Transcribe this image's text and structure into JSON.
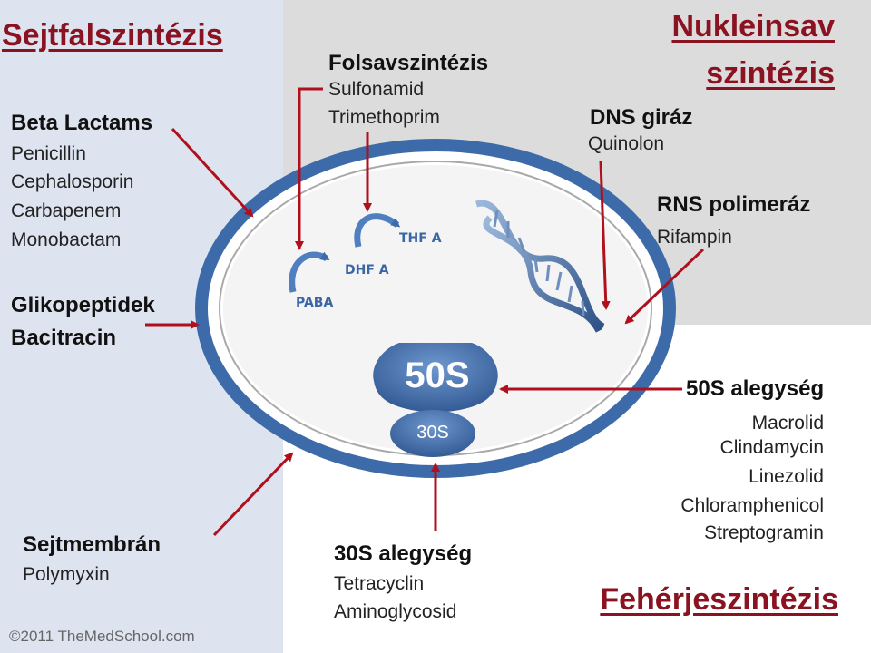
{
  "titles": {
    "cell_wall": "Sejtfalszintézis",
    "nucleic_line1": "Nukleinsav",
    "nucleic_line2": "szintézis",
    "protein": "Fehérjeszintézis"
  },
  "beta_lactams": {
    "heading": "Beta Lactams",
    "items": [
      "Penicillin",
      "Cephalosporin",
      "Carbapenem",
      "Monobactam"
    ]
  },
  "glycopeptides": {
    "line1": "Glikopeptidek",
    "line2": "Bacitracin"
  },
  "membrane": {
    "heading": "Sejtmembrán",
    "item": "Polymyxin"
  },
  "folate": {
    "heading": "Folsavszintézis",
    "items": [
      "Sulfonamid",
      "Trimethoprim"
    ]
  },
  "dna_gyrase": {
    "heading": "DNS giráz",
    "item": "Quinolon"
  },
  "rna_polymerase": {
    "heading": "RNS polimeráz",
    "item": "Rifampin"
  },
  "subunit_50s": {
    "heading": "50S alegység",
    "items": [
      "Macrolid",
      "Clindamycin",
      "Linezolid",
      "Chloramphenicol",
      "Streptogramin"
    ]
  },
  "subunit_30s": {
    "heading": "30S alegység",
    "items": [
      "Tetracyclin",
      "Aminoglycosid"
    ]
  },
  "pathway": {
    "paba": "PABA",
    "dhf": "DHF A",
    "thf": "THF A"
  },
  "ribosome": {
    "large": "50S",
    "small": "30S"
  },
  "copyright": "©2011 TheMedSchool.com",
  "colors": {
    "left_panel": "#dde4f0",
    "top_right_panel": "#dcdcdc",
    "title_red": "#8b1220",
    "arrow_red": "#b0101c",
    "cell_blue": "#3d6aa8"
  }
}
